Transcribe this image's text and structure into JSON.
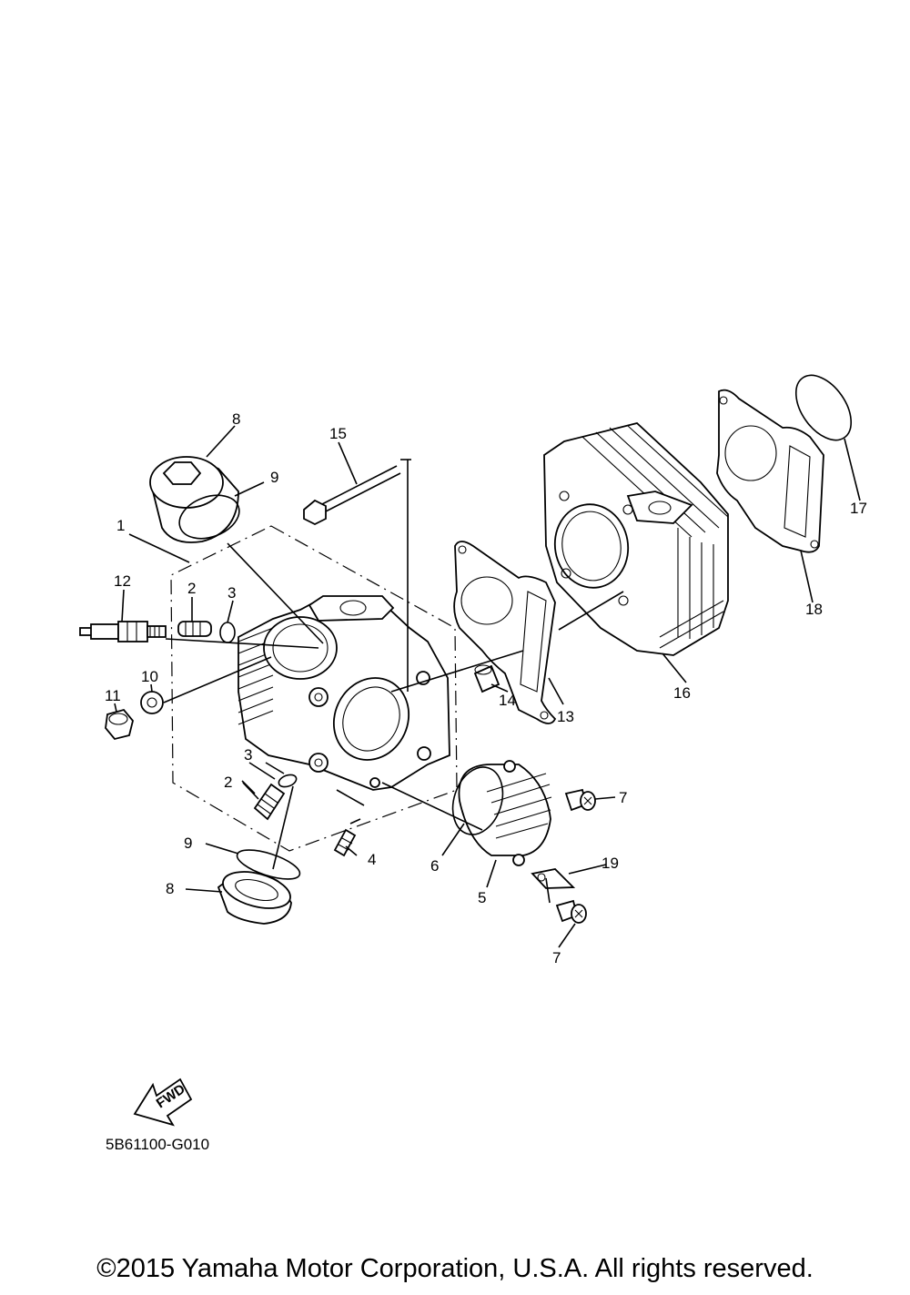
{
  "diagram_code": "5B61100-G010",
  "fwd_label": "FWD",
  "copyright": "©2015 Yamaha Motor Corporation, U.S.A. All rights reserved.",
  "callouts": {
    "c1": "1",
    "c2a": "2",
    "c2b": "2",
    "c3a": "3",
    "c3b": "3",
    "c4": "4",
    "c5": "5",
    "c6": "6",
    "c7a": "7",
    "c7b": "7",
    "c8a": "8",
    "c8b": "8",
    "c9a": "9",
    "c9b": "9",
    "c10": "10",
    "c11": "11",
    "c12": "12",
    "c13": "13",
    "c14": "14",
    "c15": "15",
    "c16": "16",
    "c17": "17",
    "c18": "18",
    "c19": "19"
  },
  "colors": {
    "ink": "#000000",
    "background": "#ffffff"
  }
}
